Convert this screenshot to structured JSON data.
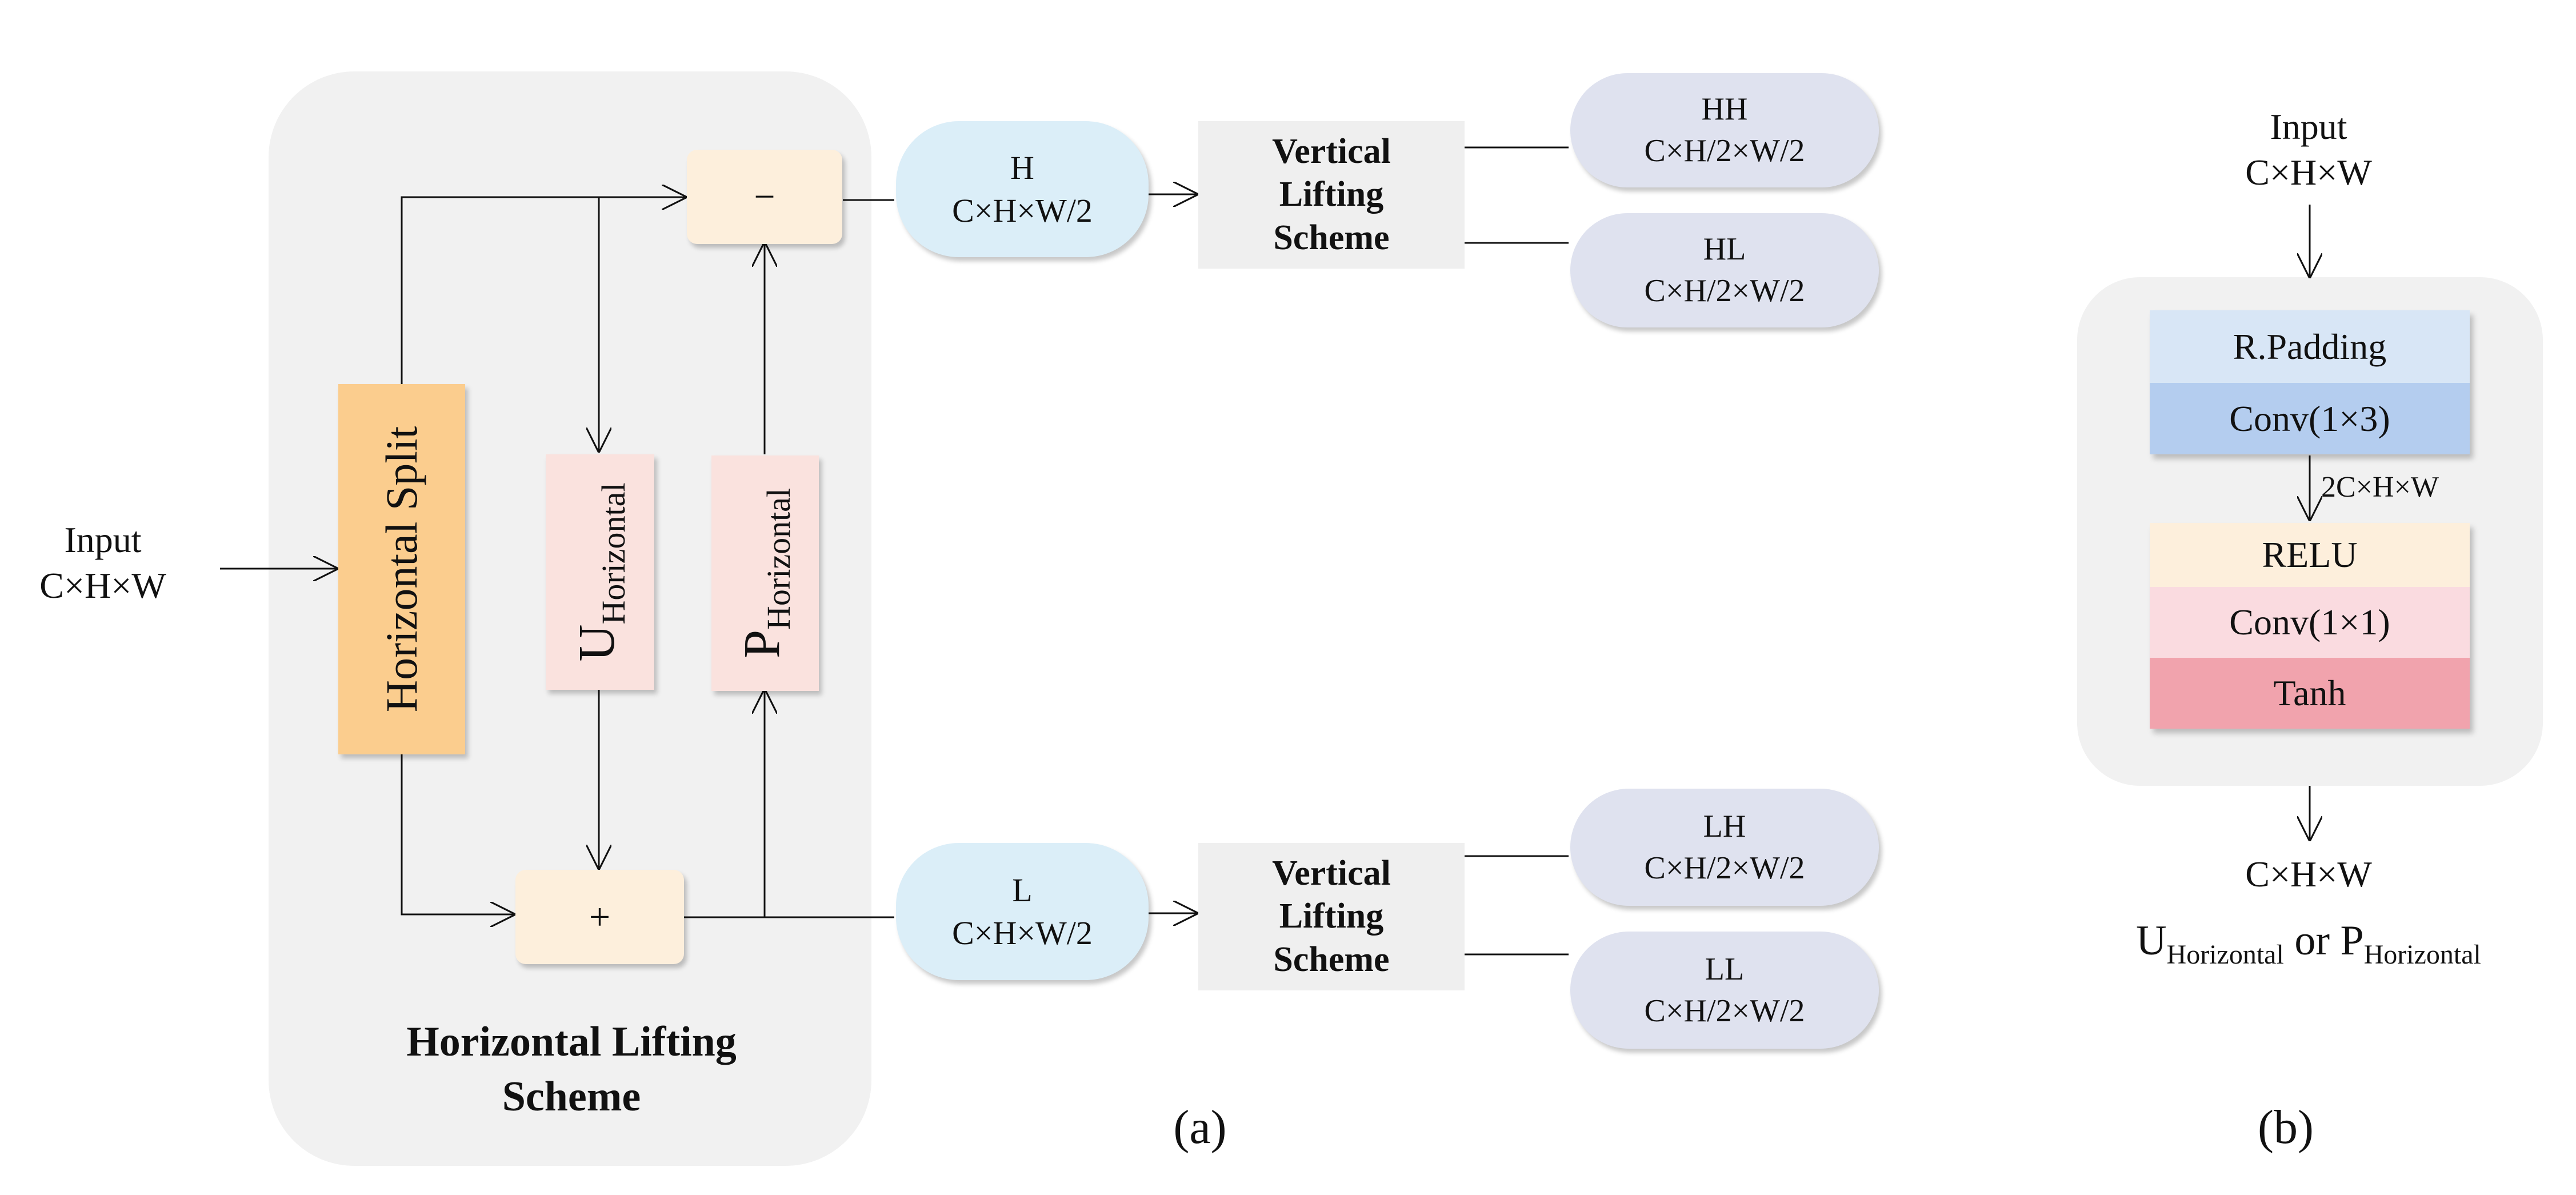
{
  "diagram_a": {
    "input_label": "Input",
    "input_dims": "C×H×W",
    "split_label": "Horizontal Split",
    "minus_symbol": "−",
    "plus_symbol": "+",
    "u_main": "U",
    "u_sub": "Horizontal",
    "p_main": "P",
    "p_sub": "Horizontal",
    "h_node": {
      "name": "H",
      "dims": "C×H×W/2"
    },
    "l_node": {
      "name": "L",
      "dims": "C×H×W/2"
    },
    "vertical_lift_top": [
      "Vertical",
      "Lifting",
      "Scheme"
    ],
    "vertical_lift_bottom": [
      "Vertical",
      "Lifting",
      "Scheme"
    ],
    "outputs": [
      {
        "name": "HH",
        "dims": "C×H/2×W/2"
      },
      {
        "name": "HL",
        "dims": "C×H/2×W/2"
      },
      {
        "name": "LH",
        "dims": "C×H/2×W/2"
      },
      {
        "name": "LL",
        "dims": "C×H/2×W/2"
      }
    ],
    "panel_title": [
      "Horizontal Lifting",
      "Scheme"
    ],
    "caption": "(a)"
  },
  "diagram_b": {
    "input_label": "Input",
    "input_dims": "C×H×W",
    "layers": [
      "R.Padding",
      "Conv(1×3)",
      "RELU",
      "Conv(1×1)",
      "Tanh"
    ],
    "mid_dims": "2C×H×W",
    "output_dims": "C×H×W",
    "output_u_main": "U",
    "output_u_sub": "Horizontal",
    "output_or": " or ",
    "output_p_main": "P",
    "output_p_sub": "Horizontal",
    "caption": "(b)"
  },
  "colors": {
    "panel_bg": "#f1f1f1",
    "split_orange": "#fbcd8e",
    "op_cream": "#fdefdc",
    "up_pink": "#fae2de",
    "hl_blue": "#dbeef8",
    "out_lavender": "#dfe2ef",
    "rpad_blue": "#d8e6f6",
    "conv3_blue": "#b4cdef",
    "relu_cream": "#fdefdc",
    "conv1_pink": "#fadbe0",
    "tanh_red": "#f1a3ad"
  }
}
